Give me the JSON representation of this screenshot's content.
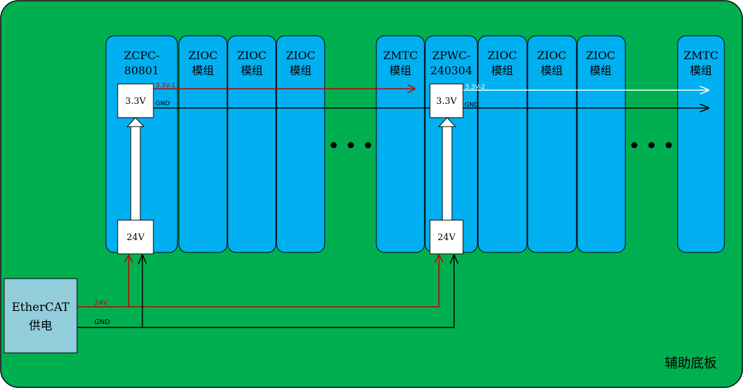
{
  "colors": {
    "board_fill": "#00b050",
    "board_stroke": "#000000",
    "module_fill": "#00b0f0",
    "block_fill": "#ffffff",
    "supply_fill": "#92cddc",
    "red_line": "#c00000",
    "black_line": "#000000",
    "white_line": "#ffffff"
  },
  "board": {
    "label": "辅助底板"
  },
  "modules": [
    {
      "id": "zcpc",
      "line1": "ZCPC-",
      "line2": "80801"
    },
    {
      "id": "zioc-1",
      "line1": "ZIOC",
      "line2": "模组"
    },
    {
      "id": "zioc-2",
      "line1": "ZIOC",
      "line2": "模组"
    },
    {
      "id": "zioc-3",
      "line1": "ZIOC",
      "line2": "模组"
    },
    {
      "id": "zmtc-1",
      "line1": "ZMTC",
      "line2": "模组"
    },
    {
      "id": "zpwc",
      "line1": "ZPWC-",
      "line2": "240304"
    },
    {
      "id": "zioc-4",
      "line1": "ZIOC",
      "line2": "模组"
    },
    {
      "id": "zioc-5",
      "line1": "ZIOC",
      "line2": "模组"
    },
    {
      "id": "zioc-6",
      "line1": "ZIOC",
      "line2": "模组"
    },
    {
      "id": "zmtc-2",
      "line1": "ZMTC",
      "line2": "模组"
    }
  ],
  "converters": {
    "left_33": "3.3V",
    "left_24": "24V",
    "right_33": "3.3V",
    "right_24": "24V"
  },
  "signals": {
    "bus_33_1": "3.3V-1",
    "bus_33_2": "3.3V-2",
    "gnd_upper_left": "GND",
    "gnd_upper_right": "GND",
    "supply_24": "24V",
    "supply_gnd": "GND"
  },
  "supply": {
    "line1": "EtherCAT",
    "line2": "供电"
  },
  "ellipsis": "• • •"
}
